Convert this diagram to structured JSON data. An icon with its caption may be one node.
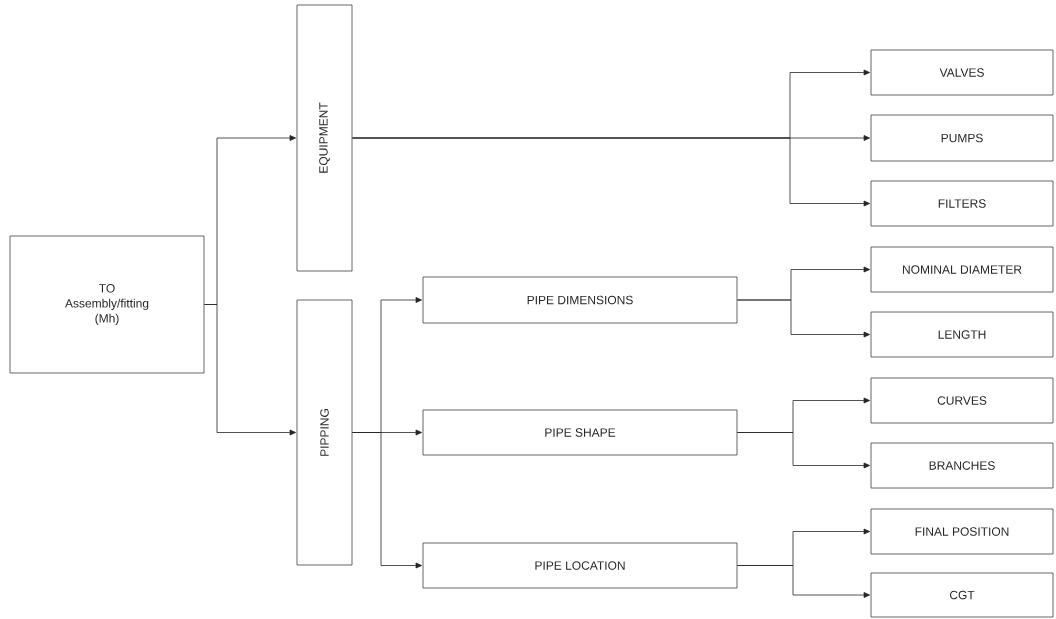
{
  "diagram": {
    "nodes": [
      {
        "text": [
          "TO Assembly/fitting (Mh)"
        ]
      },
      {
        "text": [
          "EQUIPMENT"
        ]
      },
      {
        "text": [
          "PIPPING"
        ]
      },
      {
        "text": [
          "PIPE DIMENSIONS"
        ]
      },
      {
        "text": [
          "PIPE SHAPE"
        ]
      },
      {
        "text": [
          "PIPE LOCATION"
        ]
      },
      {
        "text": [
          "VALVES"
        ]
      },
      {
        "text": [
          "PUMPS"
        ]
      },
      {
        "text": [
          "FILTERS"
        ]
      },
      {
        "text": [
          "NOMINAL DIAMETER"
        ]
      },
      {
        "text": [
          "LENGTH"
        ]
      },
      {
        "text": [
          "CURVES"
        ]
      },
      {
        "text": [
          "BRANCHES"
        ]
      },
      {
        "text": [
          "FINAL POSITION"
        ]
      },
      {
        "text": [
          "CGT"
        ]
      }
    ],
    "edges": [
      {
        "from": 0,
        "to": 1,
        "arrow": "to"
      },
      {
        "from": 0,
        "to": 2,
        "arrow": "to"
      },
      {
        "from": 1,
        "to": 6,
        "arrow": "to"
      },
      {
        "from": 1,
        "to": 7,
        "arrow": "to"
      },
      {
        "from": 1,
        "to": 8,
        "arrow": "to"
      },
      {
        "from": 2,
        "to": 3,
        "arrow": "to"
      },
      {
        "from": 2,
        "to": 4,
        "arrow": "to"
      },
      {
        "from": 2,
        "to": 5,
        "arrow": "to"
      },
      {
        "from": 3,
        "to": 9,
        "arrow": "to"
      },
      {
        "from": 3,
        "to": 10,
        "arrow": "to"
      },
      {
        "from": 4,
        "to": 11,
        "arrow": "to"
      },
      {
        "from": 4,
        "to": 12,
        "arrow": "to"
      },
      {
        "from": 5,
        "to": 13,
        "arrow": "to"
      },
      {
        "from": 5,
        "to": 14,
        "arrow": "to"
      }
    ]
  }
}
